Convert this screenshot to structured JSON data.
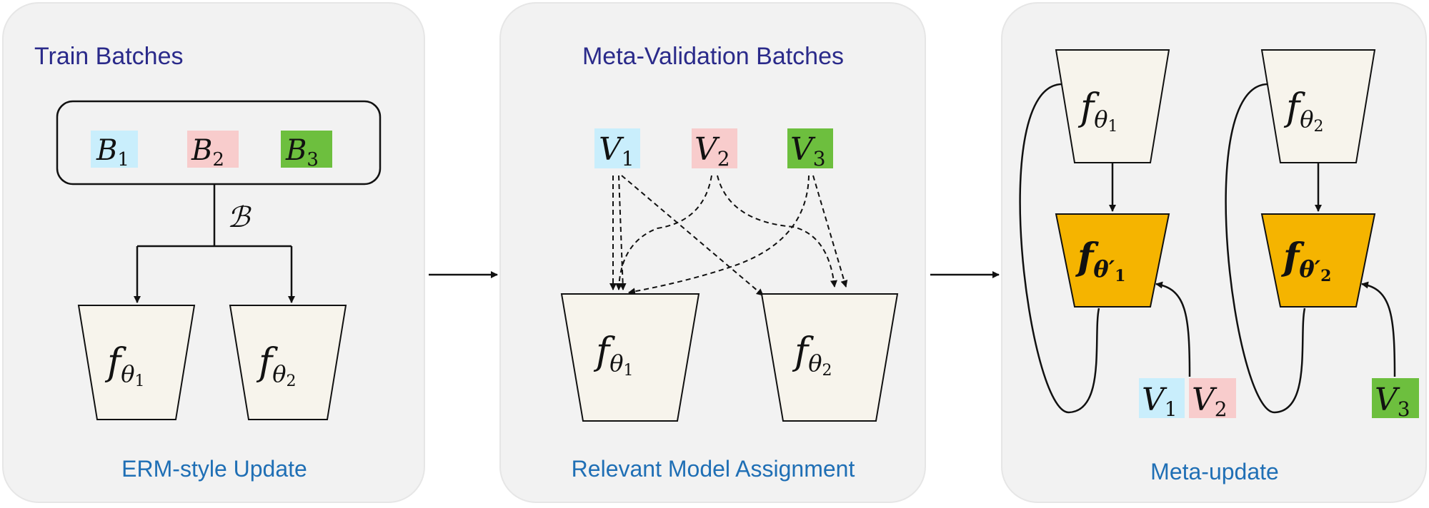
{
  "panels": [
    {
      "title": "Train Batches",
      "caption": "ERM-style Update"
    },
    {
      "title": "Meta-Validation Batches",
      "caption": "Relevant Model Assignment"
    },
    {
      "title": "",
      "caption": "Meta-update"
    }
  ],
  "batch_symbol": "ℬ",
  "train_batches": [
    {
      "base": "B",
      "sub": "1",
      "color": "#c9eefc"
    },
    {
      "base": "B",
      "sub": "2",
      "color": "#f8cccc"
    },
    {
      "base": "B",
      "sub": "3",
      "color": "#6dbf3e"
    }
  ],
  "val_batches": [
    {
      "base": "V",
      "sub": "1",
      "color": "#c9eefc"
    },
    {
      "base": "V",
      "sub": "2",
      "color": "#f8cccc"
    },
    {
      "base": "V",
      "sub": "3",
      "color": "#6dbf3e"
    }
  ],
  "models": [
    {
      "base": "f",
      "sub": "θ",
      "subsub": "1"
    },
    {
      "base": "f",
      "sub": "θ",
      "subsub": "2"
    }
  ],
  "updated_models": [
    {
      "base": "f",
      "sub": "θ′",
      "subsub": "1"
    },
    {
      "base": "f",
      "sub": "θ′",
      "subsub": "2"
    }
  ],
  "colors": {
    "panel_bg": "#f2f2f2",
    "title_blue": "#2a2a8a",
    "caption_blue": "#1f6fb5",
    "model_fill": "#f7f4ec",
    "updated_fill": "#f5b400"
  }
}
